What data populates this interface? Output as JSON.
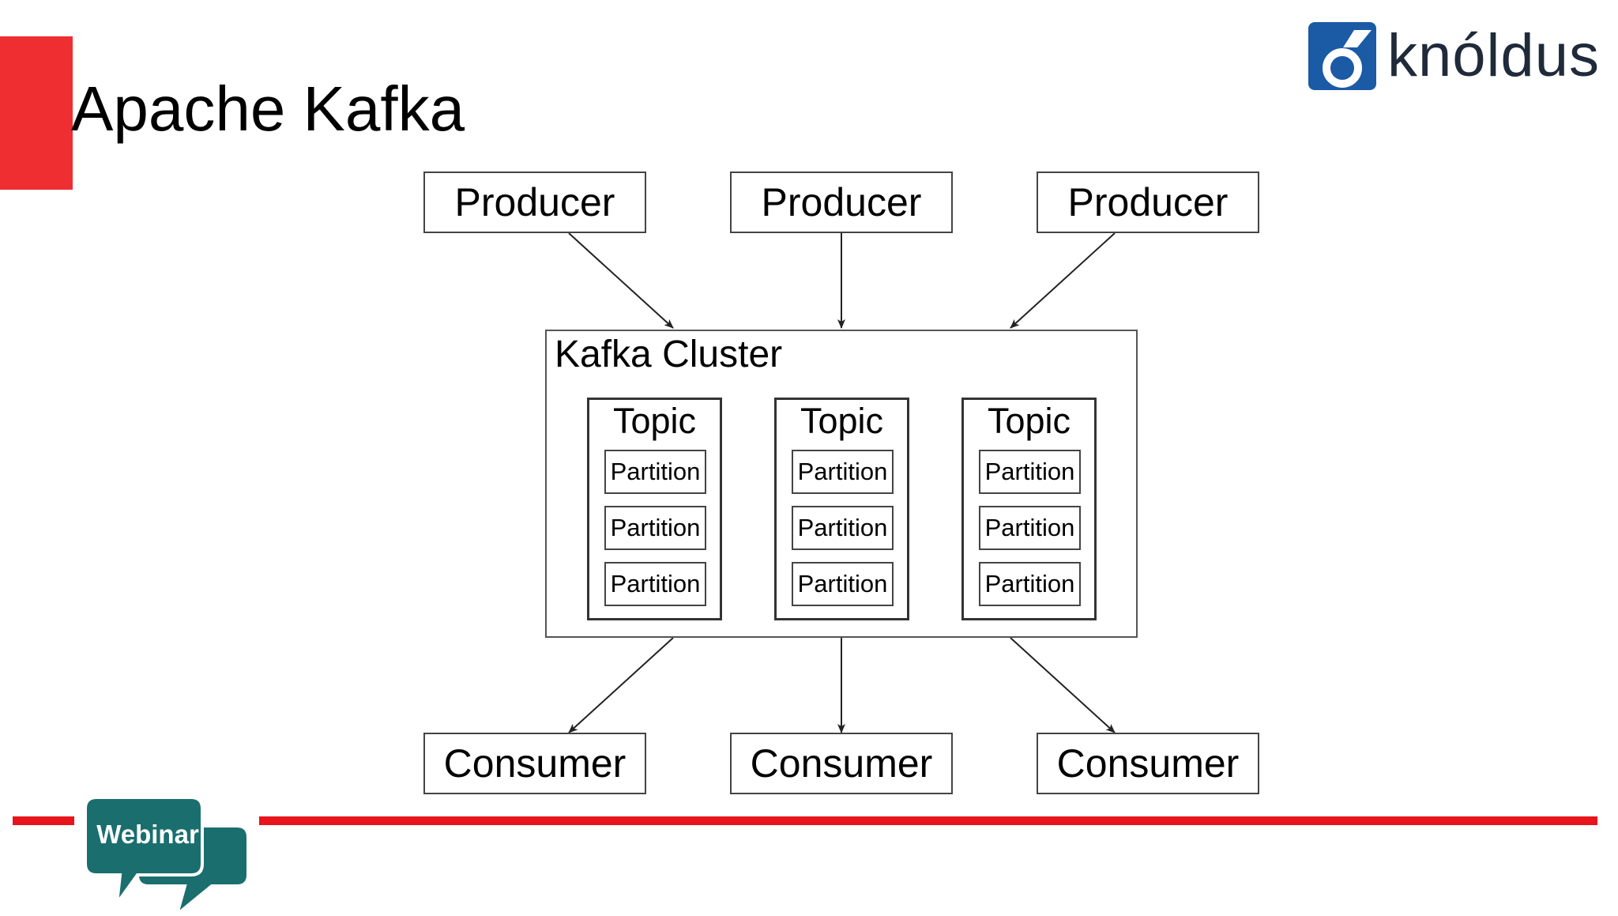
{
  "slide": {
    "title": "Apache Kafka",
    "accent_color": "#ee2e31"
  },
  "logo": {
    "text": "knóldus",
    "mark_color": "#1b5aa5",
    "icon": "knoldus-logo-icon"
  },
  "diagram": {
    "producers": [
      "Producer",
      "Producer",
      "Producer"
    ],
    "cluster": {
      "label": "Kafka Cluster",
      "topics": [
        {
          "label": "Topic",
          "partitions": [
            "Partition",
            "Partition",
            "Partition"
          ]
        },
        {
          "label": "Topic",
          "partitions": [
            "Partition",
            "Partition",
            "Partition"
          ]
        },
        {
          "label": "Topic",
          "partitions": [
            "Partition",
            "Partition",
            "Partition"
          ]
        }
      ]
    },
    "consumers": [
      "Consumer",
      "Consumer",
      "Consumer"
    ]
  },
  "footer": {
    "badge_text": "Webinar",
    "badge_color": "#1b6e6e",
    "line_color": "#e8141c",
    "icon": "speech-bubble-icon"
  }
}
